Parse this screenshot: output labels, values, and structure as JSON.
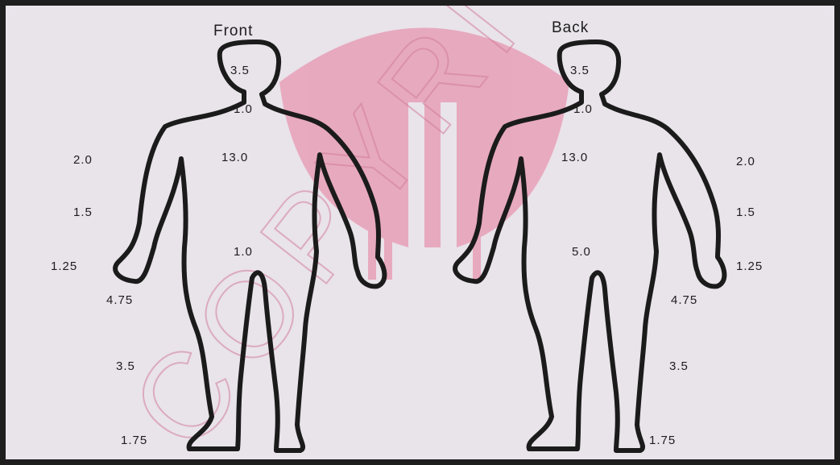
{
  "figure": {
    "front": {
      "title": "Front",
      "labels": {
        "head": "3.5",
        "neck": "1.0",
        "upper_arm": "2.0",
        "forearm": "1.5",
        "hand": "1.25",
        "trunk": "13.0",
        "genitals": "1.0",
        "thigh": "4.75",
        "leg": "3.5",
        "foot": "1.75"
      }
    },
    "back": {
      "title": "Back",
      "labels": {
        "head": "3.5",
        "neck": "1.0",
        "trunk": "13.0",
        "buttocks": "5.0",
        "upper_arm": "2.0",
        "forearm": "1.5",
        "hand": "1.25",
        "thigh": "4.75",
        "leg": "3.5",
        "foot": "1.75"
      }
    }
  },
  "watermark": {
    "text": "COPYRIGHT",
    "color": "#e77b9b"
  }
}
